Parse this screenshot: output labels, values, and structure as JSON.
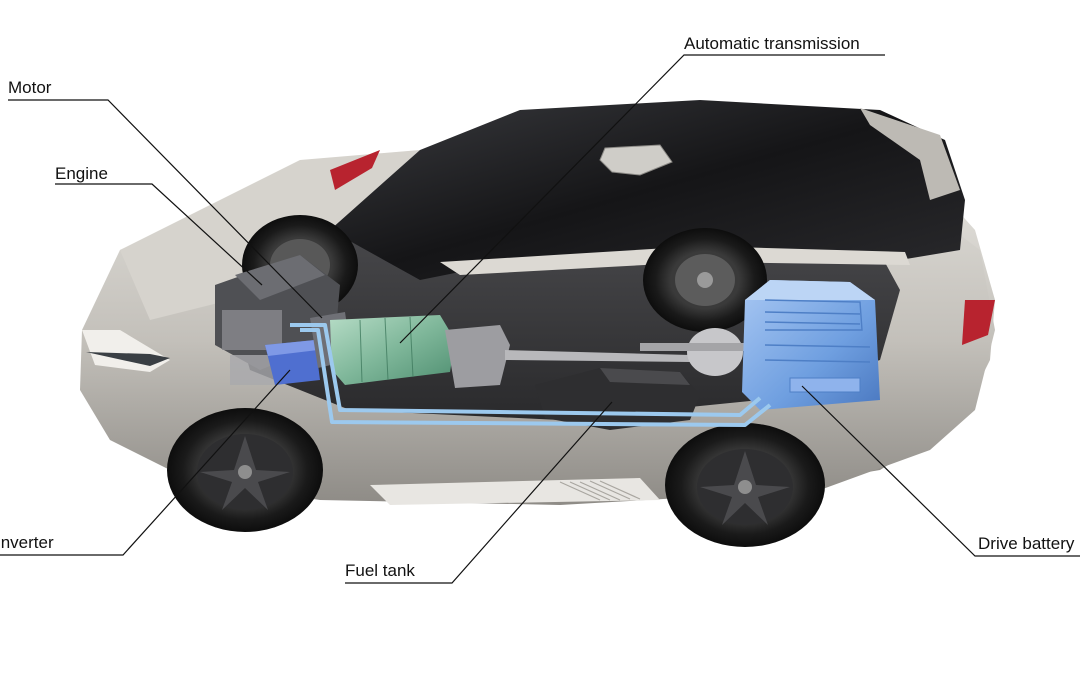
{
  "labels": {
    "motor": "Motor",
    "engine": "Engine",
    "inverter": "Inverter",
    "automatic_transmission": "Automatic transmission",
    "fuel_tank": "Fuel tank",
    "drive_battery": "Drive battery"
  },
  "colors": {
    "background": "#ffffff",
    "body_silver": "#c9c6c0",
    "roof_black": "#1b1b1d",
    "battery_blue": "#6f9fe0",
    "cable_blue": "#9cc9ee",
    "transmission_green": "#7fb79a",
    "inverter_blue": "#4f6fd0",
    "tail_light_red": "#b8232f",
    "leader_line": "#111111"
  }
}
